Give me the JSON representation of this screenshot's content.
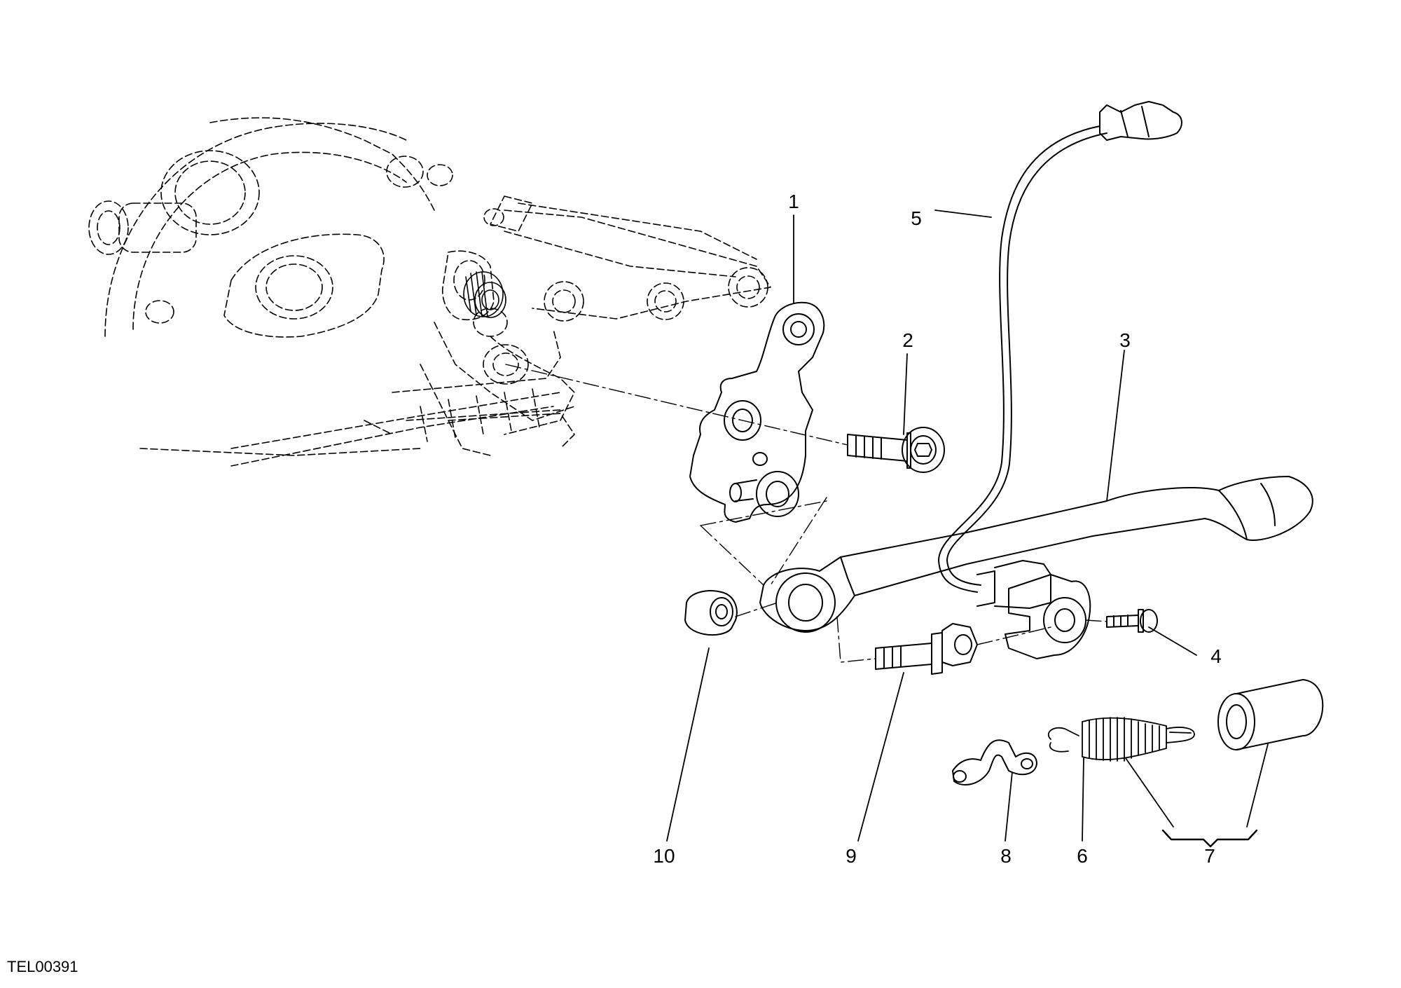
{
  "drawing": {
    "code": "TEL00391",
    "callouts": {
      "c1": "1",
      "c2": "2",
      "c3": "3",
      "c4": "4",
      "c5": "5",
      "c6": "6",
      "c7": "7",
      "c8": "8",
      "c9": "9",
      "c10": "10"
    }
  },
  "colors": {
    "line": "#000000",
    "ghost": "#000000",
    "background": "#ffffff"
  }
}
